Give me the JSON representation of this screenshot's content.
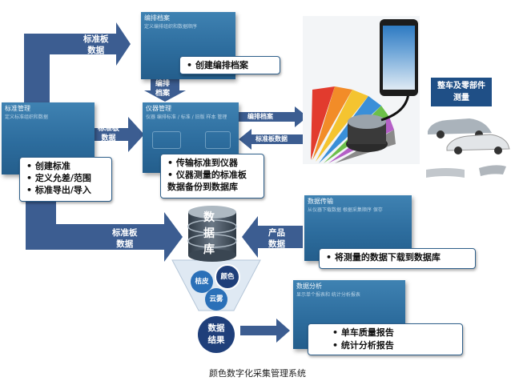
{
  "panels": {
    "archive": {
      "title": "编排档案",
      "sub": "定义编排组织和数据顺序"
    },
    "instrument": {
      "title": "仪器管理",
      "sub": "仪器 编排标准 / 标准 / 旧版 样本 管理"
    },
    "standard": {
      "title": "标准管理",
      "sub": "定义标准组织和数据"
    },
    "transfer": {
      "title": "数据传输",
      "sub": "从仪器下载数据 根据采集顺序 保存"
    },
    "analysis": {
      "title": "数据分析",
      "sub": "显示单个报表和 统计分析报表"
    }
  },
  "callouts": {
    "archive": [
      "• 创建编排档案"
    ],
    "instrument": [
      "• 传输标准到仪器",
      "• 仪器测量的标准板",
      "   数据备份到数据库"
    ],
    "standard": [
      "• 创建标准",
      "• 定义允差/范围",
      "• 标准导出/导入"
    ],
    "transfer": [
      "• 将测量的数据下载到数据库"
    ],
    "analysis": [
      "• 单车质量报告",
      "• 统计分析报告"
    ]
  },
  "arrow_labels": {
    "top": [
      "标准板",
      "数据"
    ],
    "down": [
      "编排",
      "档案"
    ],
    "mid": [
      "标准板",
      "数据"
    ],
    "bottom": [
      "标准板",
      "数据"
    ],
    "product": [
      "产品",
      "数据"
    ]
  },
  "tags": {
    "to_device": "编排档案",
    "from_device": "标准板数据",
    "vehicle": [
      "整车及零部件",
      "测量"
    ]
  },
  "database": {
    "chars": [
      "数",
      "据",
      "库"
    ]
  },
  "bubbles": {
    "color": "颜色",
    "gloss": "桔皮",
    "haze": "云雾"
  },
  "result": [
    "数据",
    "结果"
  ],
  "caption": "颜色数字化采集管理系统",
  "colors": {
    "arrow": "#3c5d91",
    "panel": "#2d6d9e",
    "tag": "#1f4f86",
    "db_top": "#aeb9c2"
  }
}
